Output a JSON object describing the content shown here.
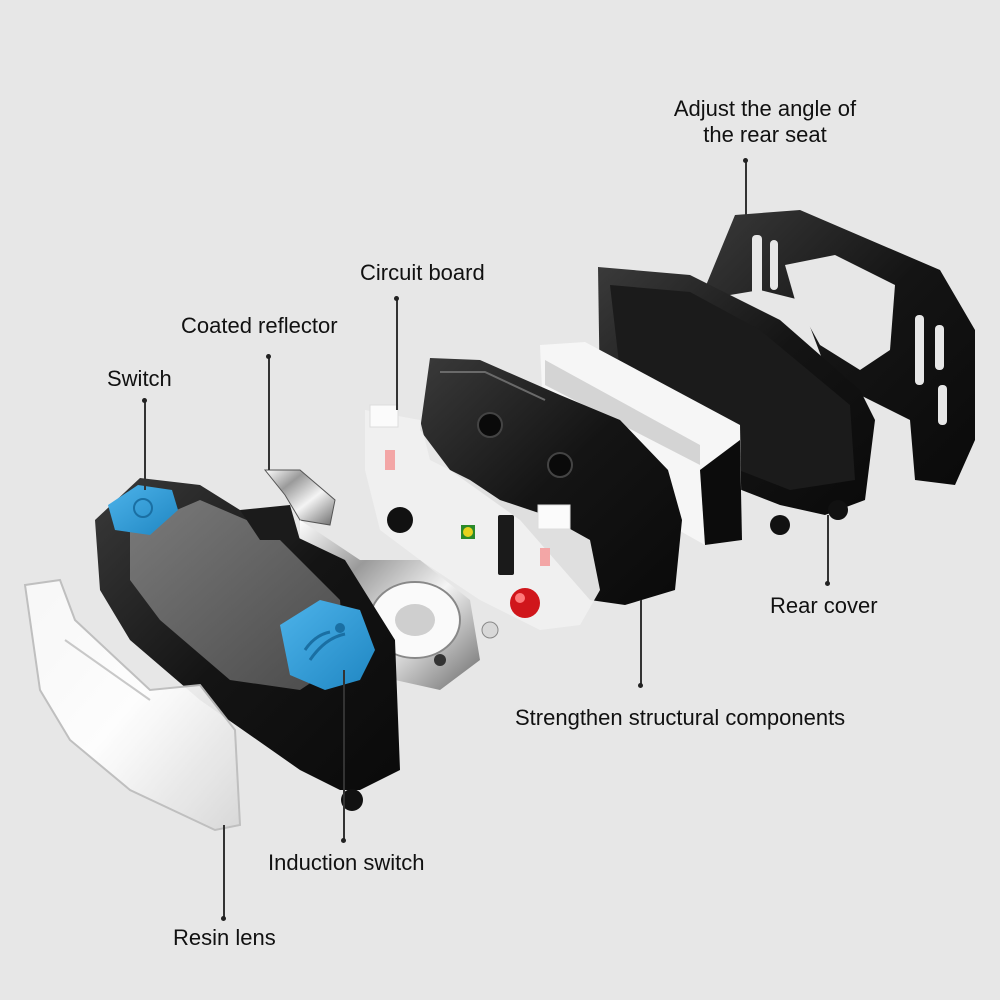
{
  "diagram": {
    "type": "exploded-view",
    "subject": "headlamp",
    "background": "#e7e7e7",
    "callouts": [
      {
        "id": "rear-seat",
        "label_line1": "Adjust the angle of",
        "label_line2": "the rear seat"
      },
      {
        "id": "circuit-board",
        "label": "Circuit board"
      },
      {
        "id": "coated-reflector",
        "label": "Coated reflector"
      },
      {
        "id": "switch",
        "label": "Switch"
      },
      {
        "id": "rear-cover",
        "label": "Rear cover"
      },
      {
        "id": "structural",
        "label": "Strengthen structural components"
      },
      {
        "id": "induction-switch",
        "label": "Induction switch"
      },
      {
        "id": "resin-lens",
        "label": "Resin lens"
      }
    ],
    "colors": {
      "button_blue": "#2f9bd6",
      "housing_black": "#151515",
      "housing_gray": "#5a5a5a",
      "led_red": "#d0161b",
      "led_yellow": "#e6d21e",
      "pcb_white": "#f1f1f1"
    }
  }
}
